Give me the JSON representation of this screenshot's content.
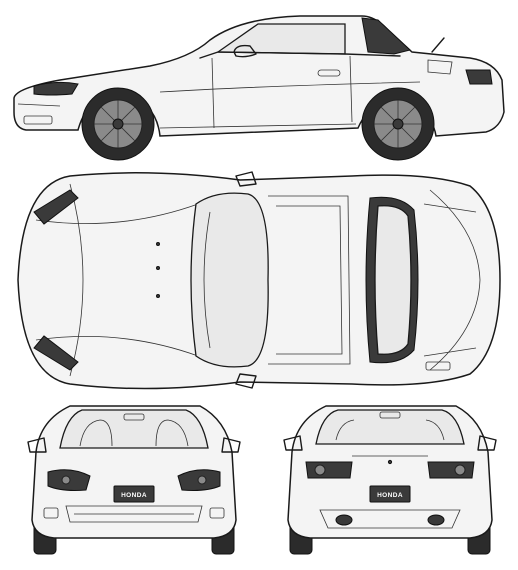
{
  "views": {
    "side": {
      "name": "side-view"
    },
    "top": {
      "name": "top-view"
    },
    "front": {
      "name": "front-view",
      "plate_text": "HONDA"
    },
    "rear": {
      "name": "rear-view",
      "plate_text": "HONDA"
    }
  }
}
